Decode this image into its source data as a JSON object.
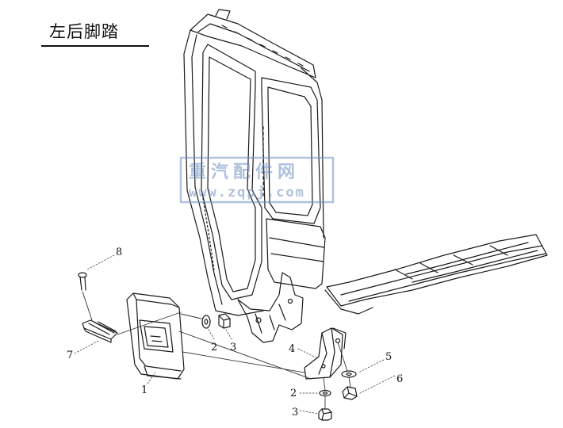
{
  "title": "左后脚踏",
  "watermark": {
    "name": "重汽配件网",
    "url": "www.zqpj.com",
    "color": "#6f8fc0"
  },
  "callouts": [
    "8",
    "7",
    "2",
    "3",
    "1",
    "4",
    "5",
    "6",
    "2",
    "3"
  ]
}
